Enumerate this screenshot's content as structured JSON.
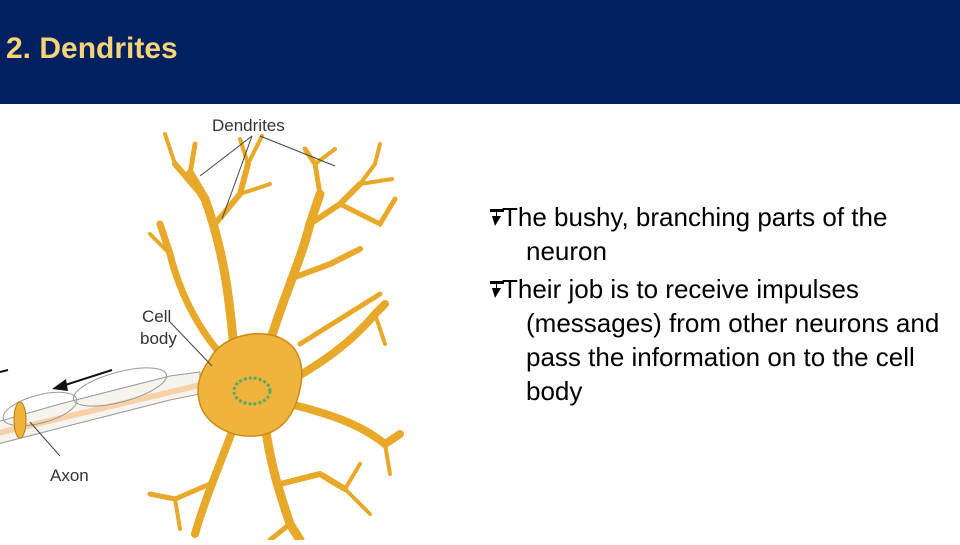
{
  "slide": {
    "title": "2. Dendrites"
  },
  "figure": {
    "labels": {
      "dendrites": "Dendrites",
      "cell": "Cell",
      "body": "body",
      "axon": "Axon"
    },
    "colors": {
      "neuron_fill": "#f0b43c",
      "neuron_stroke": "#b07a10",
      "nucleus": "#5aa864",
      "axon": "#f7d2a8"
    }
  },
  "bullets": [
    {
      "text": "The bushy, branching parts of the neuron",
      "icon": "arrow-bullet-icon"
    },
    {
      "text": "Their job is to receive impulses (messages)  from other neurons and pass the information on to the cell body",
      "icon": "arrow-bullet-icon"
    }
  ],
  "theme": {
    "header_bg": "#002060",
    "title_color": "#f5d47a"
  }
}
